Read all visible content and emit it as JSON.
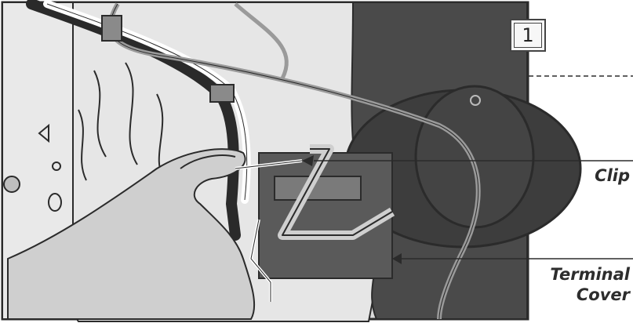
{
  "figure": {
    "step_number": "1",
    "callouts": {
      "clip": "Clip",
      "terminal_cover_line1": "Terminal",
      "terminal_cover_line2": "Cover"
    }
  },
  "colors": {
    "line": "#2b2b2b",
    "panel_fill": "#dcdcdc",
    "compressor": "#4a4a4a",
    "hand": "#cfcfcf",
    "wire_black": "#2a2a2a",
    "wire_white": "#ffffff"
  }
}
